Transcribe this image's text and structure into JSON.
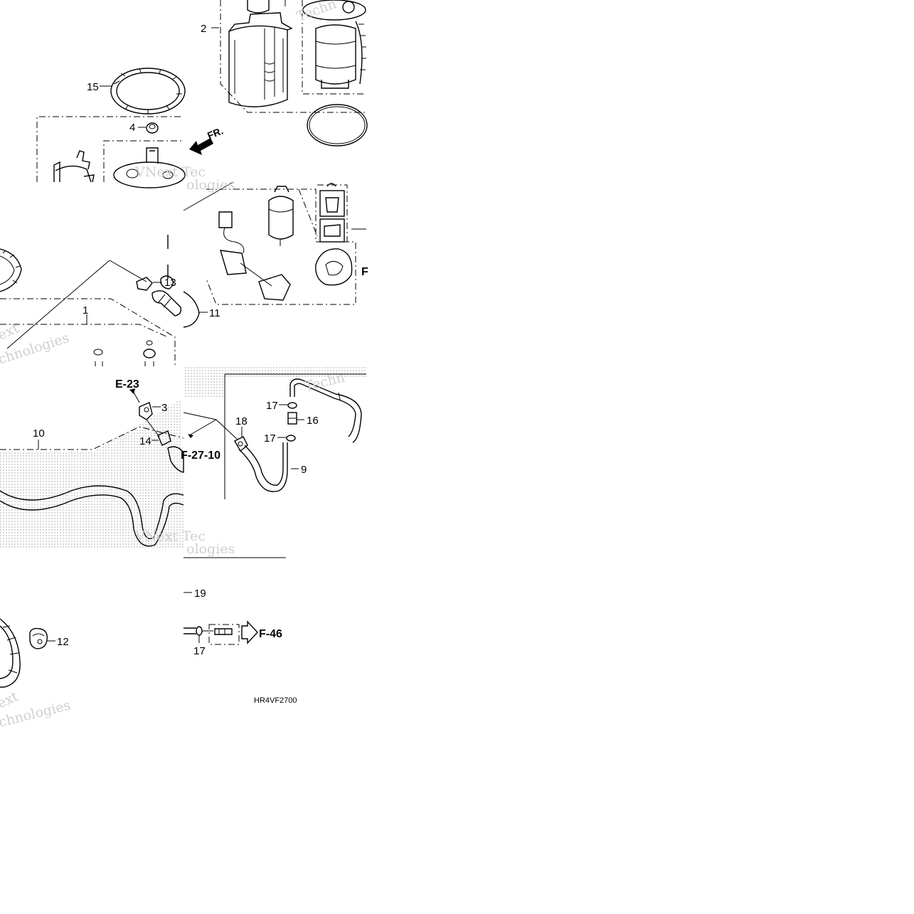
{
  "diagram": {
    "part_labels": {
      "p1": "1",
      "p2": "2",
      "p3": "3",
      "p4": "4",
      "p9": "9",
      "p10": "10",
      "p11": "11",
      "p12": "12",
      "p13": "13",
      "p14": "14",
      "p15": "15",
      "p16": "16",
      "p17a": "17",
      "p17b": "17",
      "p17c": "17",
      "p18": "18",
      "p19": "19"
    },
    "references": {
      "e23": "E-23",
      "f2710": "F-27-10",
      "f46": "F-46",
      "f_edge": "F"
    },
    "direction_label": "FR.",
    "diagram_code": "HR4VF2700",
    "watermark": {
      "line1": "VNext Tec",
      "line2": "ologies",
      "line3": "Techn",
      "line4": "chnologies",
      "line5": "ext"
    }
  }
}
